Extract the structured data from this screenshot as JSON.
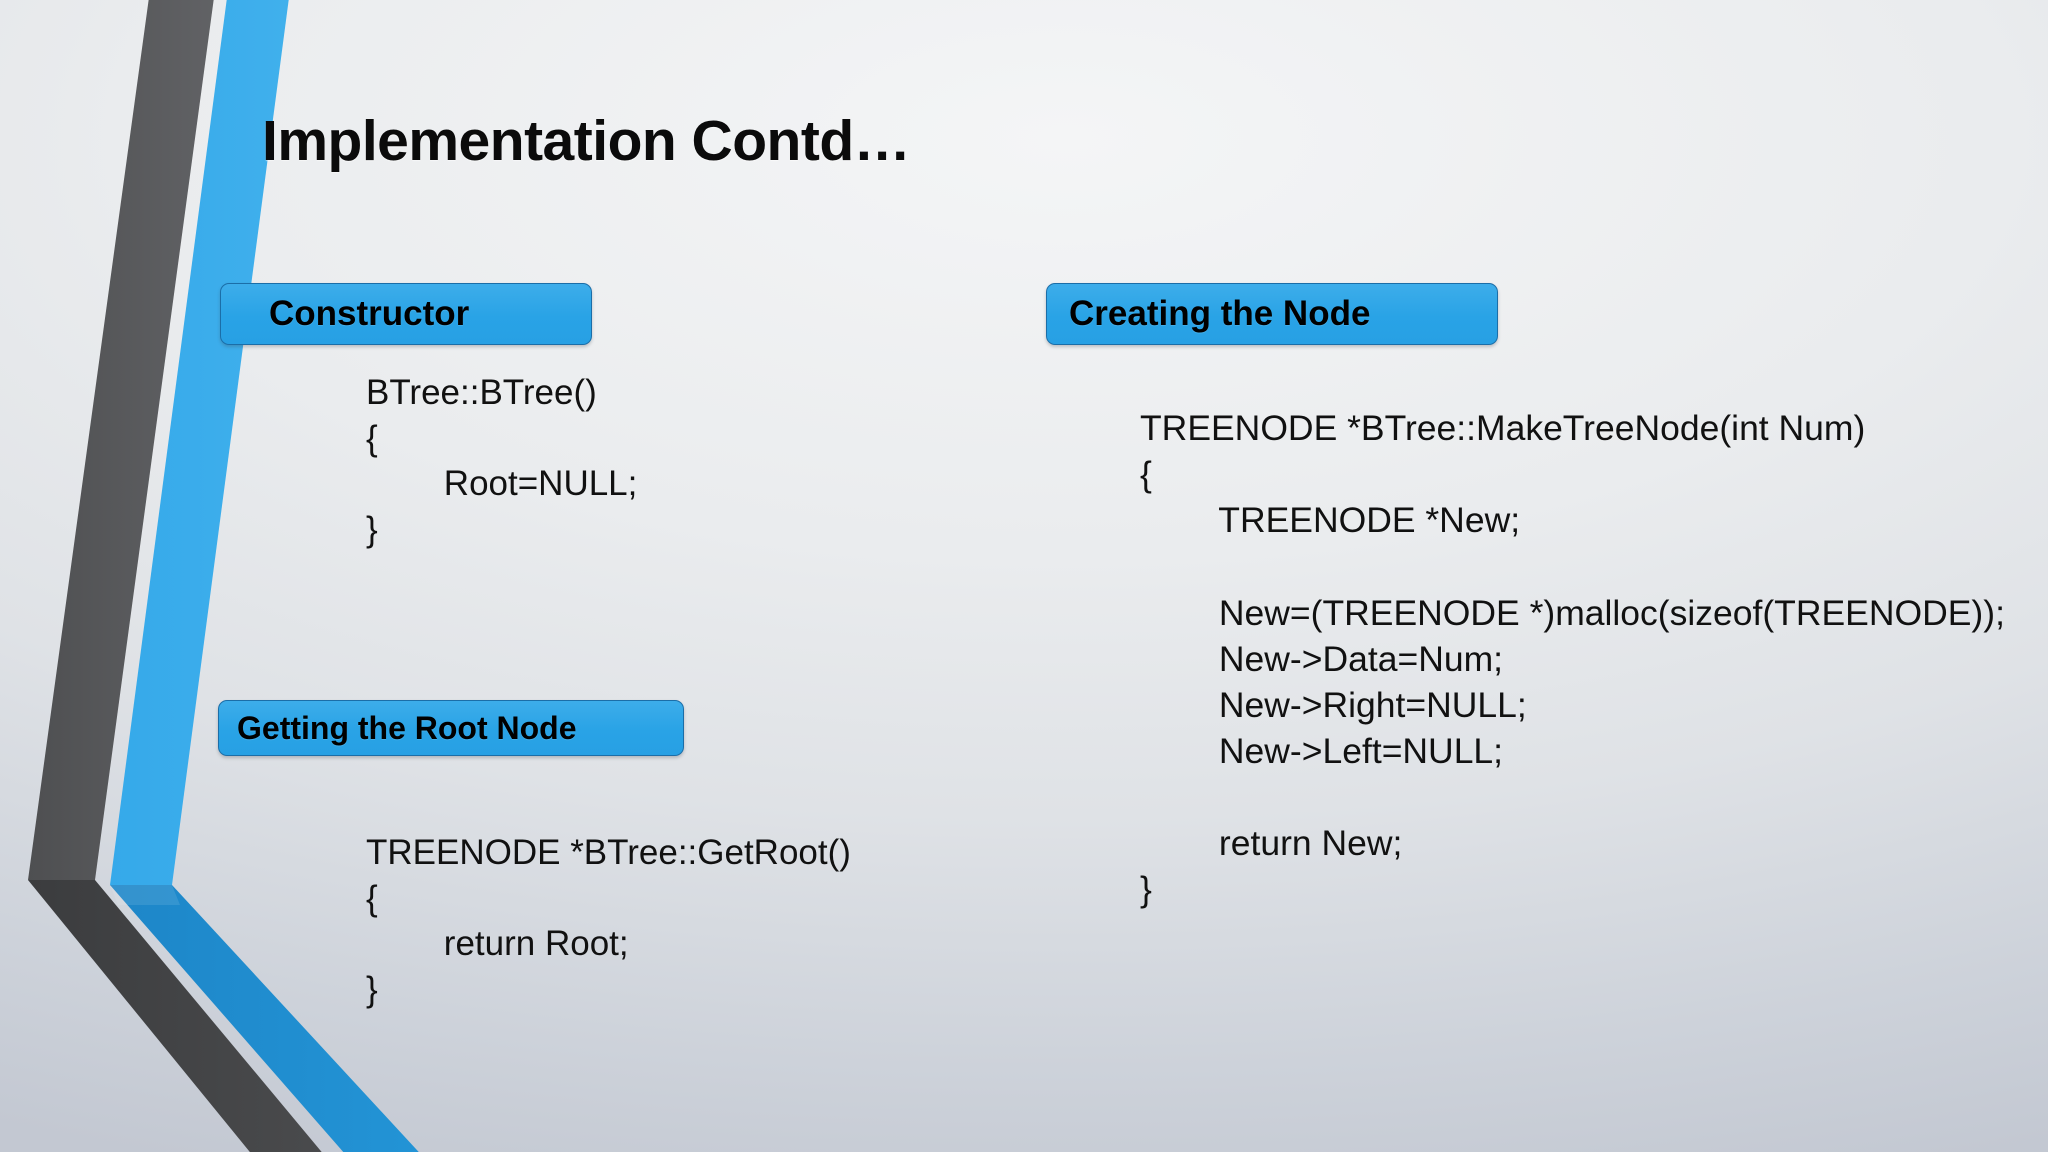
{
  "slide": {
    "title": "Implementation Contd…",
    "background_color": "#e9ebed",
    "accent_blue": "#29a3e6",
    "accent_blue_dark": "#1b6ea8",
    "accent_gray": "#58595b"
  },
  "sections": {
    "constructor": {
      "badge_label": "Constructor",
      "code": "BTree::BTree()\n{\n        Root=NULL;\n}"
    },
    "get_root": {
      "badge_label": "Getting the Root Node",
      "code": "TREENODE *BTree::GetRoot()\n{\n        return Root;\n}"
    },
    "create_node": {
      "badge_label": "Creating the Node",
      "code": "TREENODE *BTree::MakeTreeNode(int Num)\n{\n        TREENODE *New;\n\n        New=(TREENODE *)malloc(sizeof(TREENODE));\n        New->Data=Num;\n        New->Right=NULL;\n        New->Left=NULL;\n\n        return New;\n}"
    }
  },
  "decoration": {
    "chevron_icon": "double-chevron-left-decoration"
  }
}
